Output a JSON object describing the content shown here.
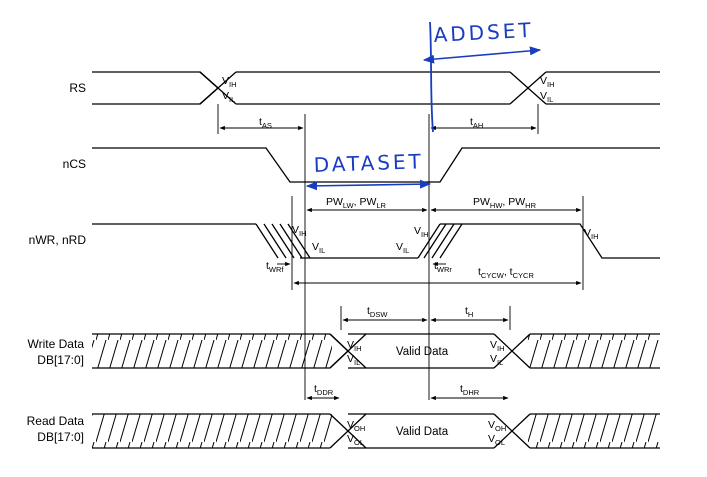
{
  "signals": {
    "rs": "RS",
    "ncs": "nCS",
    "nwr_nrd": "nWR, nRD",
    "write_data_1": "Write Data",
    "write_data_2": "DB[17:0]",
    "read_data_1": "Read Data",
    "read_data_2": "DB[17:0]"
  },
  "timing": {
    "t_as": [
      "t",
      "AS"
    ],
    "t_ah": [
      "t",
      "AH"
    ],
    "pw_l": [
      "PW",
      "LW",
      ", PW",
      "LR"
    ],
    "pw_h": [
      "PW",
      "HW",
      ", PW",
      "HR"
    ],
    "t_wrf": [
      "t",
      "WRf"
    ],
    "t_wrr": [
      "t",
      "WRr"
    ],
    "t_cyc": [
      "t",
      "CYCW",
      ", t",
      "CYCR"
    ],
    "t_dsw": [
      "t",
      "DSW"
    ],
    "t_h": [
      "t",
      "H"
    ],
    "t_ddr": [
      "t",
      "DDR"
    ],
    "t_dhr": [
      "t",
      "DHR"
    ]
  },
  "levels": {
    "vih": [
      "V",
      "IH"
    ],
    "vil": [
      "V",
      "IL"
    ],
    "voh": [
      "V",
      "OH"
    ],
    "vol": [
      "V",
      "OL"
    ]
  },
  "data_labels": {
    "write_valid": "Valid Data",
    "read_valid": "Valid Data"
  },
  "annotations": {
    "addset": "ADDSET",
    "dataset": "DATASET",
    "annotation_color": "#1a3dbf"
  }
}
